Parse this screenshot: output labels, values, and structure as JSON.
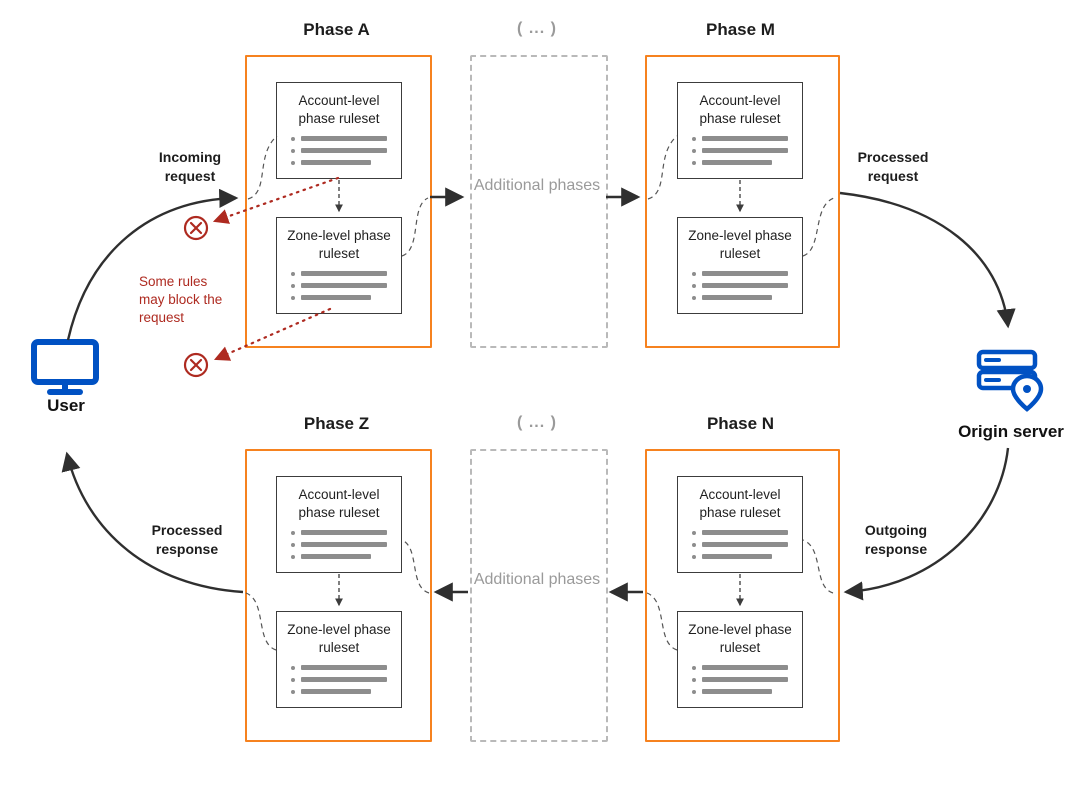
{
  "diagram": {
    "phases": [
      {
        "id": "phase-a",
        "title": "Phase A"
      },
      {
        "id": "phase-m",
        "title": "Phase M"
      },
      {
        "id": "phase-z",
        "title": "Phase Z"
      },
      {
        "id": "phase-n",
        "title": "Phase N"
      }
    ],
    "ruleset_box": {
      "account": "Account-level phase ruleset",
      "zone": "Zone-level phase ruleset"
    },
    "additional_phases": {
      "header": "( ... )",
      "label": "Additional phases"
    },
    "labels": {
      "incoming_request": "Incoming request",
      "processed_request": "Processed request",
      "outgoing_response": "Outgoing response",
      "processed_response": "Processed response",
      "block_note": "Some rules may block the request",
      "user": "User",
      "origin_server": "Origin server"
    },
    "colors": {
      "orange": "#F6821F",
      "blue": "#0051C3",
      "red": "#AE2A20",
      "gray": "#9a9a9a",
      "dark": "#2f2f2f"
    }
  }
}
